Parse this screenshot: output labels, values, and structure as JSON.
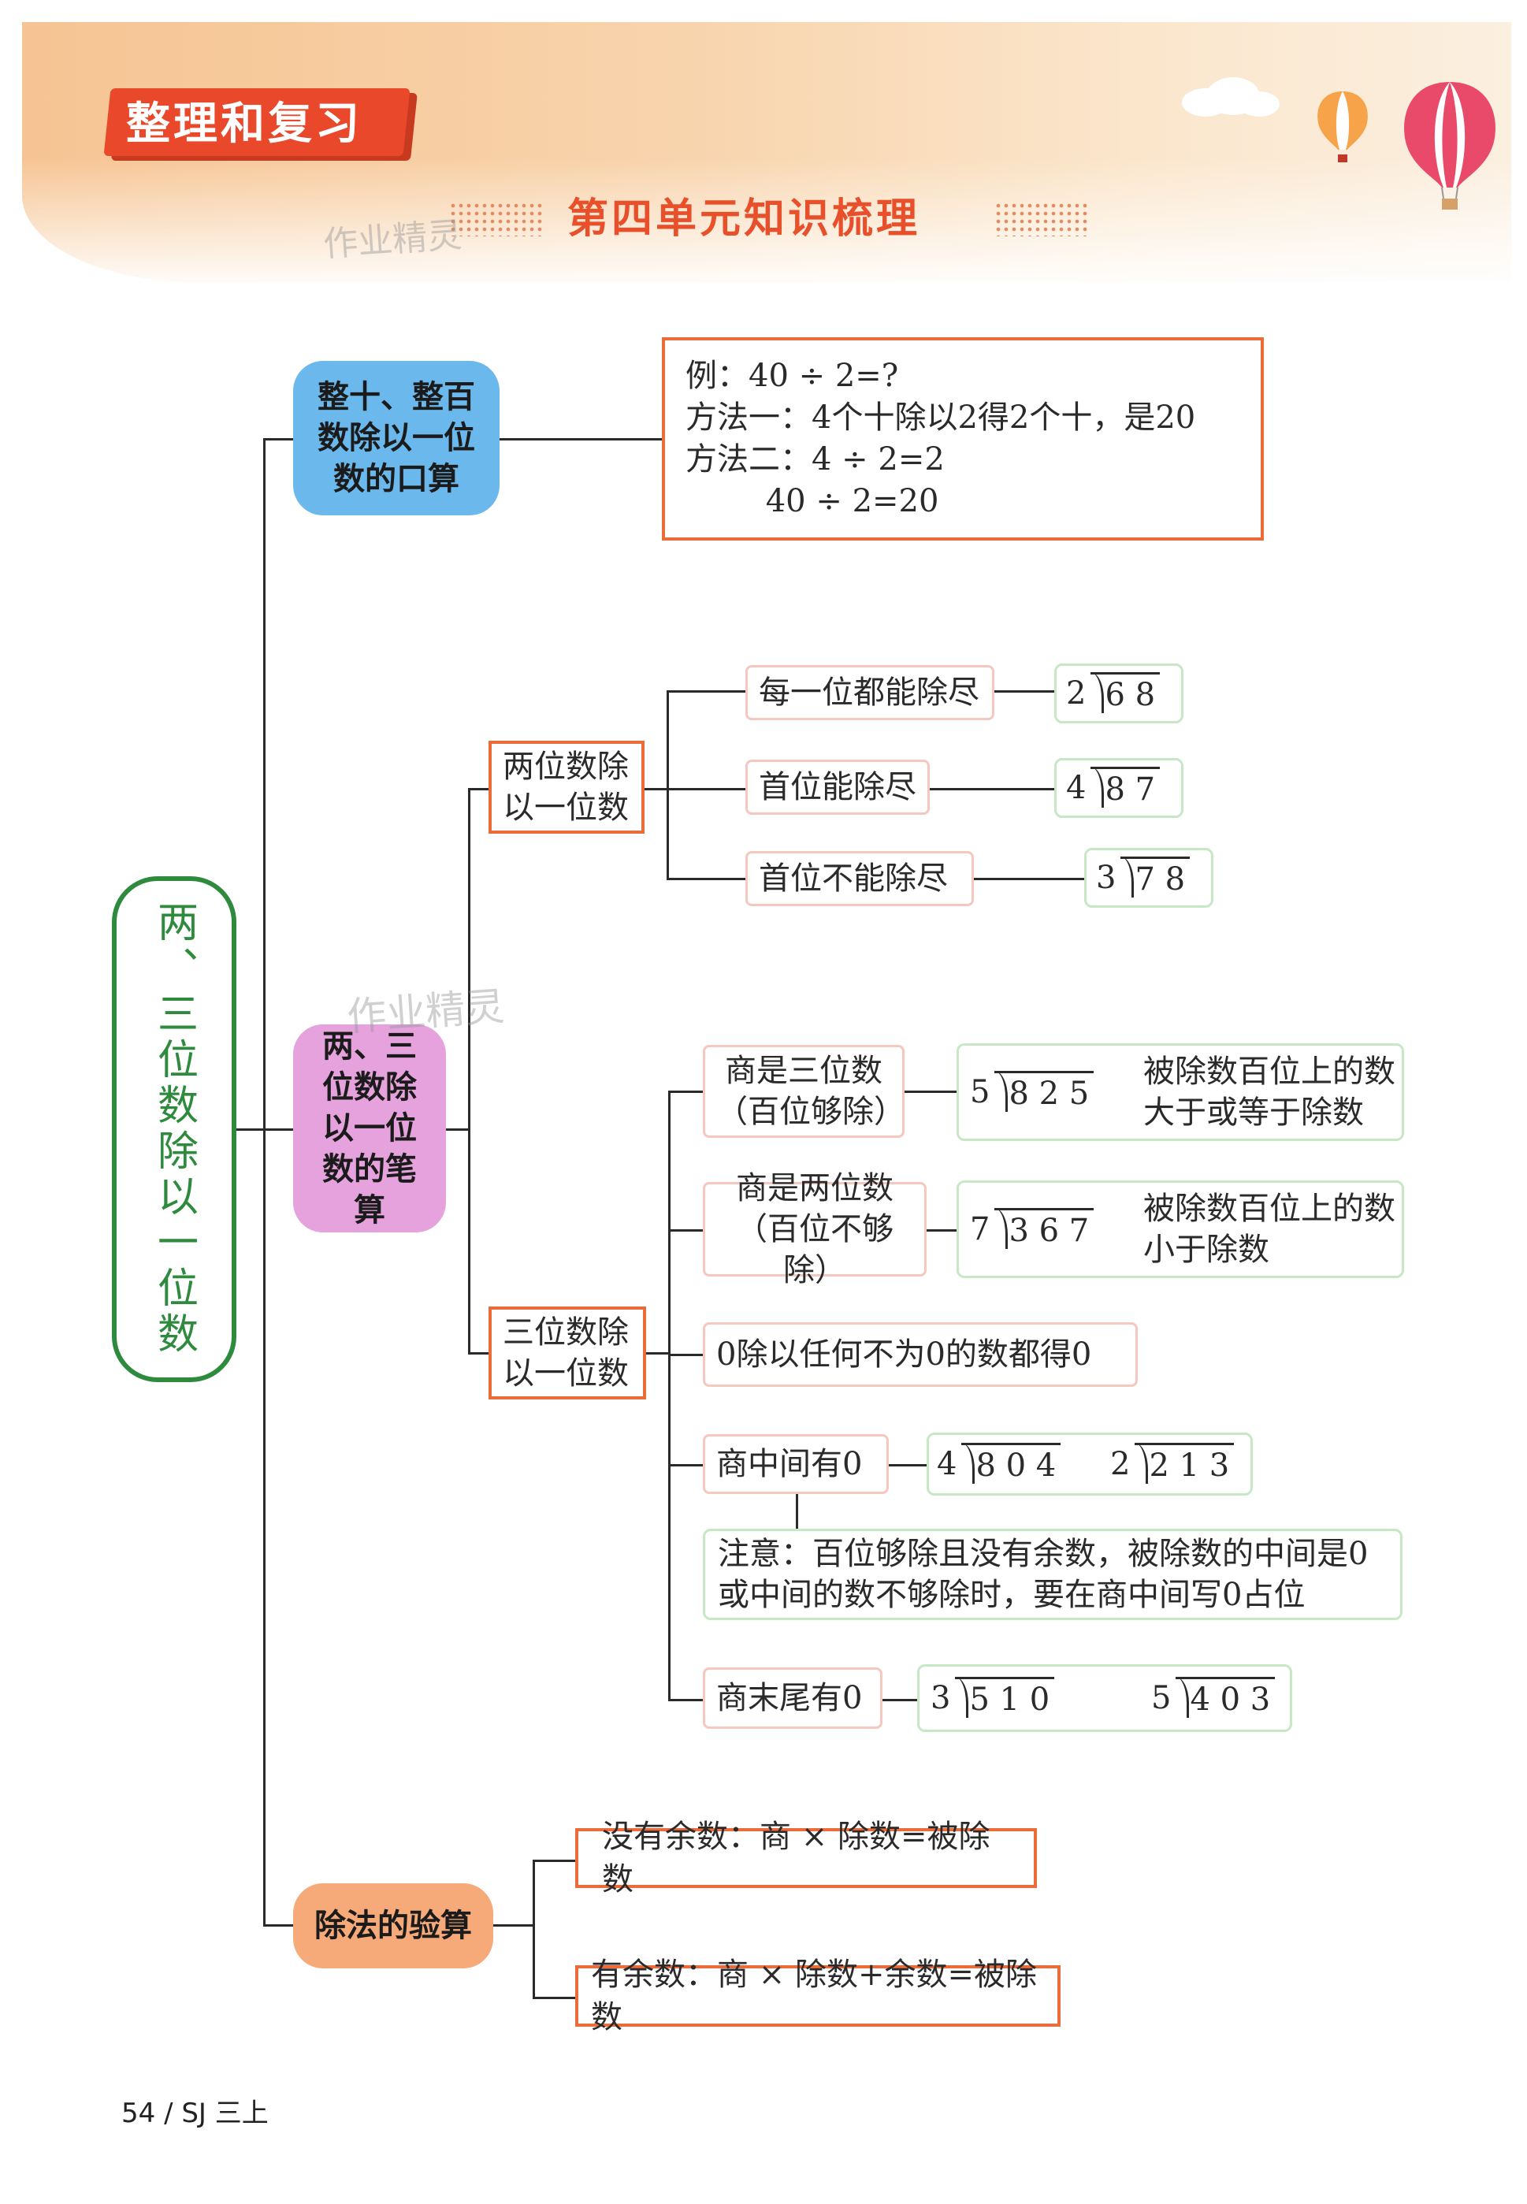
{
  "header": {
    "banner_label": "整理和复习",
    "section_title": "第四单元知识梳理",
    "watermark": "作业精灵"
  },
  "mindmap": {
    "root": "两、三位数除以一位数",
    "oral": {
      "label": "整十、整百数除以一位数的口算",
      "example_lines": [
        "例：40 ÷ 2=?",
        "方法一：4个十除以2得2个十，是20",
        "方法二：4 ÷ 2=2",
        "        40 ÷ 2=20"
      ]
    },
    "written": {
      "label": "两、三位数除以一位数的笔算",
      "two_digit": {
        "label": "两位数除以一位数",
        "cases": [
          {
            "label": "每一位都能除尽",
            "divisor": "2",
            "dividend": "6 8"
          },
          {
            "label": "首位能除尽",
            "divisor": "4",
            "dividend": "8 7"
          },
          {
            "label": "首位不能除尽",
            "divisor": "3",
            "dividend": "7 8"
          }
        ]
      },
      "three_digit": {
        "label": "三位数除以一位数",
        "cases": [
          {
            "label": "商是三位数（百位够除）",
            "divisor": "5",
            "dividend": "8 2 5",
            "note": "被除数百位上的数\n大于或等于除数"
          },
          {
            "label": "商是两位数（百位不够除）",
            "divisor": "7",
            "dividend": "3 6 7",
            "note": "被除数百位上的数\n小于除数"
          }
        ],
        "zero_rule": "0除以任何不为0的数都得0",
        "middle_zero": {
          "label": "商中间有0",
          "examples": [
            {
              "divisor": "4",
              "dividend": "8 0 4"
            },
            {
              "divisor": "2",
              "dividend": "2 1 3"
            }
          ],
          "note": "注意：百位够除且没有余数，被除数的中间是0\n或中间的数不够除时，要在商中间写0占位"
        },
        "end_zero": {
          "label": "商末尾有0",
          "examples": [
            {
              "divisor": "3",
              "dividend": "5 1 0"
            },
            {
              "divisor": "5",
              "dividend": "4 0 3"
            }
          ]
        }
      }
    },
    "check": {
      "label": "除法的验算",
      "no_remainder": "没有余数：商 × 除数=被除数",
      "with_remainder": "有余数：商 × 除数+余数=被除数"
    }
  },
  "footer": {
    "page": "54 / SJ 三上"
  }
}
